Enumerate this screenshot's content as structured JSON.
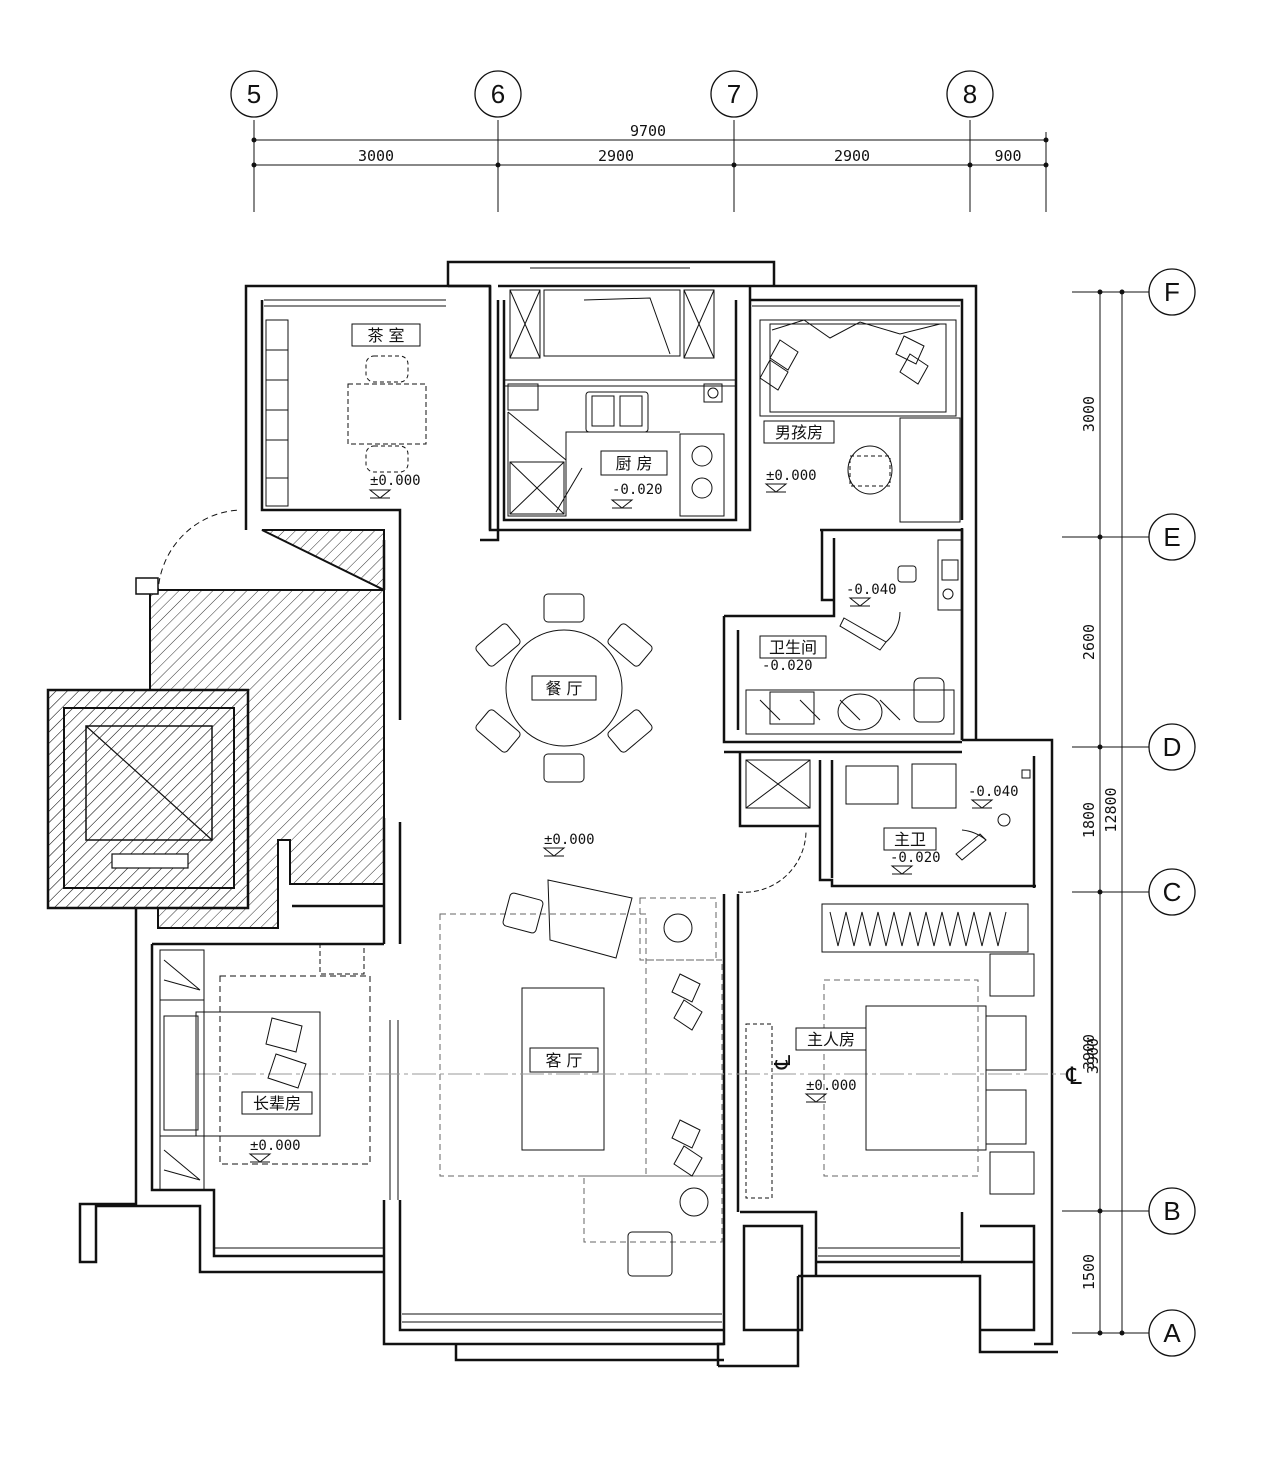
{
  "grid": {
    "columns": [
      "5",
      "6",
      "7",
      "8"
    ],
    "rows": [
      "F",
      "E",
      "D",
      "C",
      "B",
      "A"
    ]
  },
  "dimensions": {
    "top_total": "9700",
    "top_segments": [
      "3000",
      "2900",
      "2900",
      "900"
    ],
    "right_total": "12800",
    "right_segments": [
      "3000",
      "2600",
      "1800",
      "3900",
      "1500"
    ]
  },
  "rooms": {
    "tea_room": "茶 室",
    "kitchen": "厨 房",
    "boys_room": "男孩房",
    "dining": "餐 厅",
    "bathroom": "卫生间",
    "master_bath": "主卫",
    "living": "客 厅",
    "elder_room": "长辈房",
    "master_room": "主人房"
  },
  "levels": {
    "tea_room": "±0.000",
    "kitchen": "-0.020",
    "boys_room": "±0.000",
    "bathroom_upper": "-0.040",
    "bathroom": "-0.020",
    "dining": "±0.000",
    "master_bath_upper": "-0.040",
    "master_bath": "-0.020",
    "elder_room": "±0.000",
    "master_room": "±0.000"
  },
  "centerline_symbol": "℄",
  "colors": {
    "line": "#111111",
    "hatch": "#333333",
    "dashed": "#666666"
  }
}
